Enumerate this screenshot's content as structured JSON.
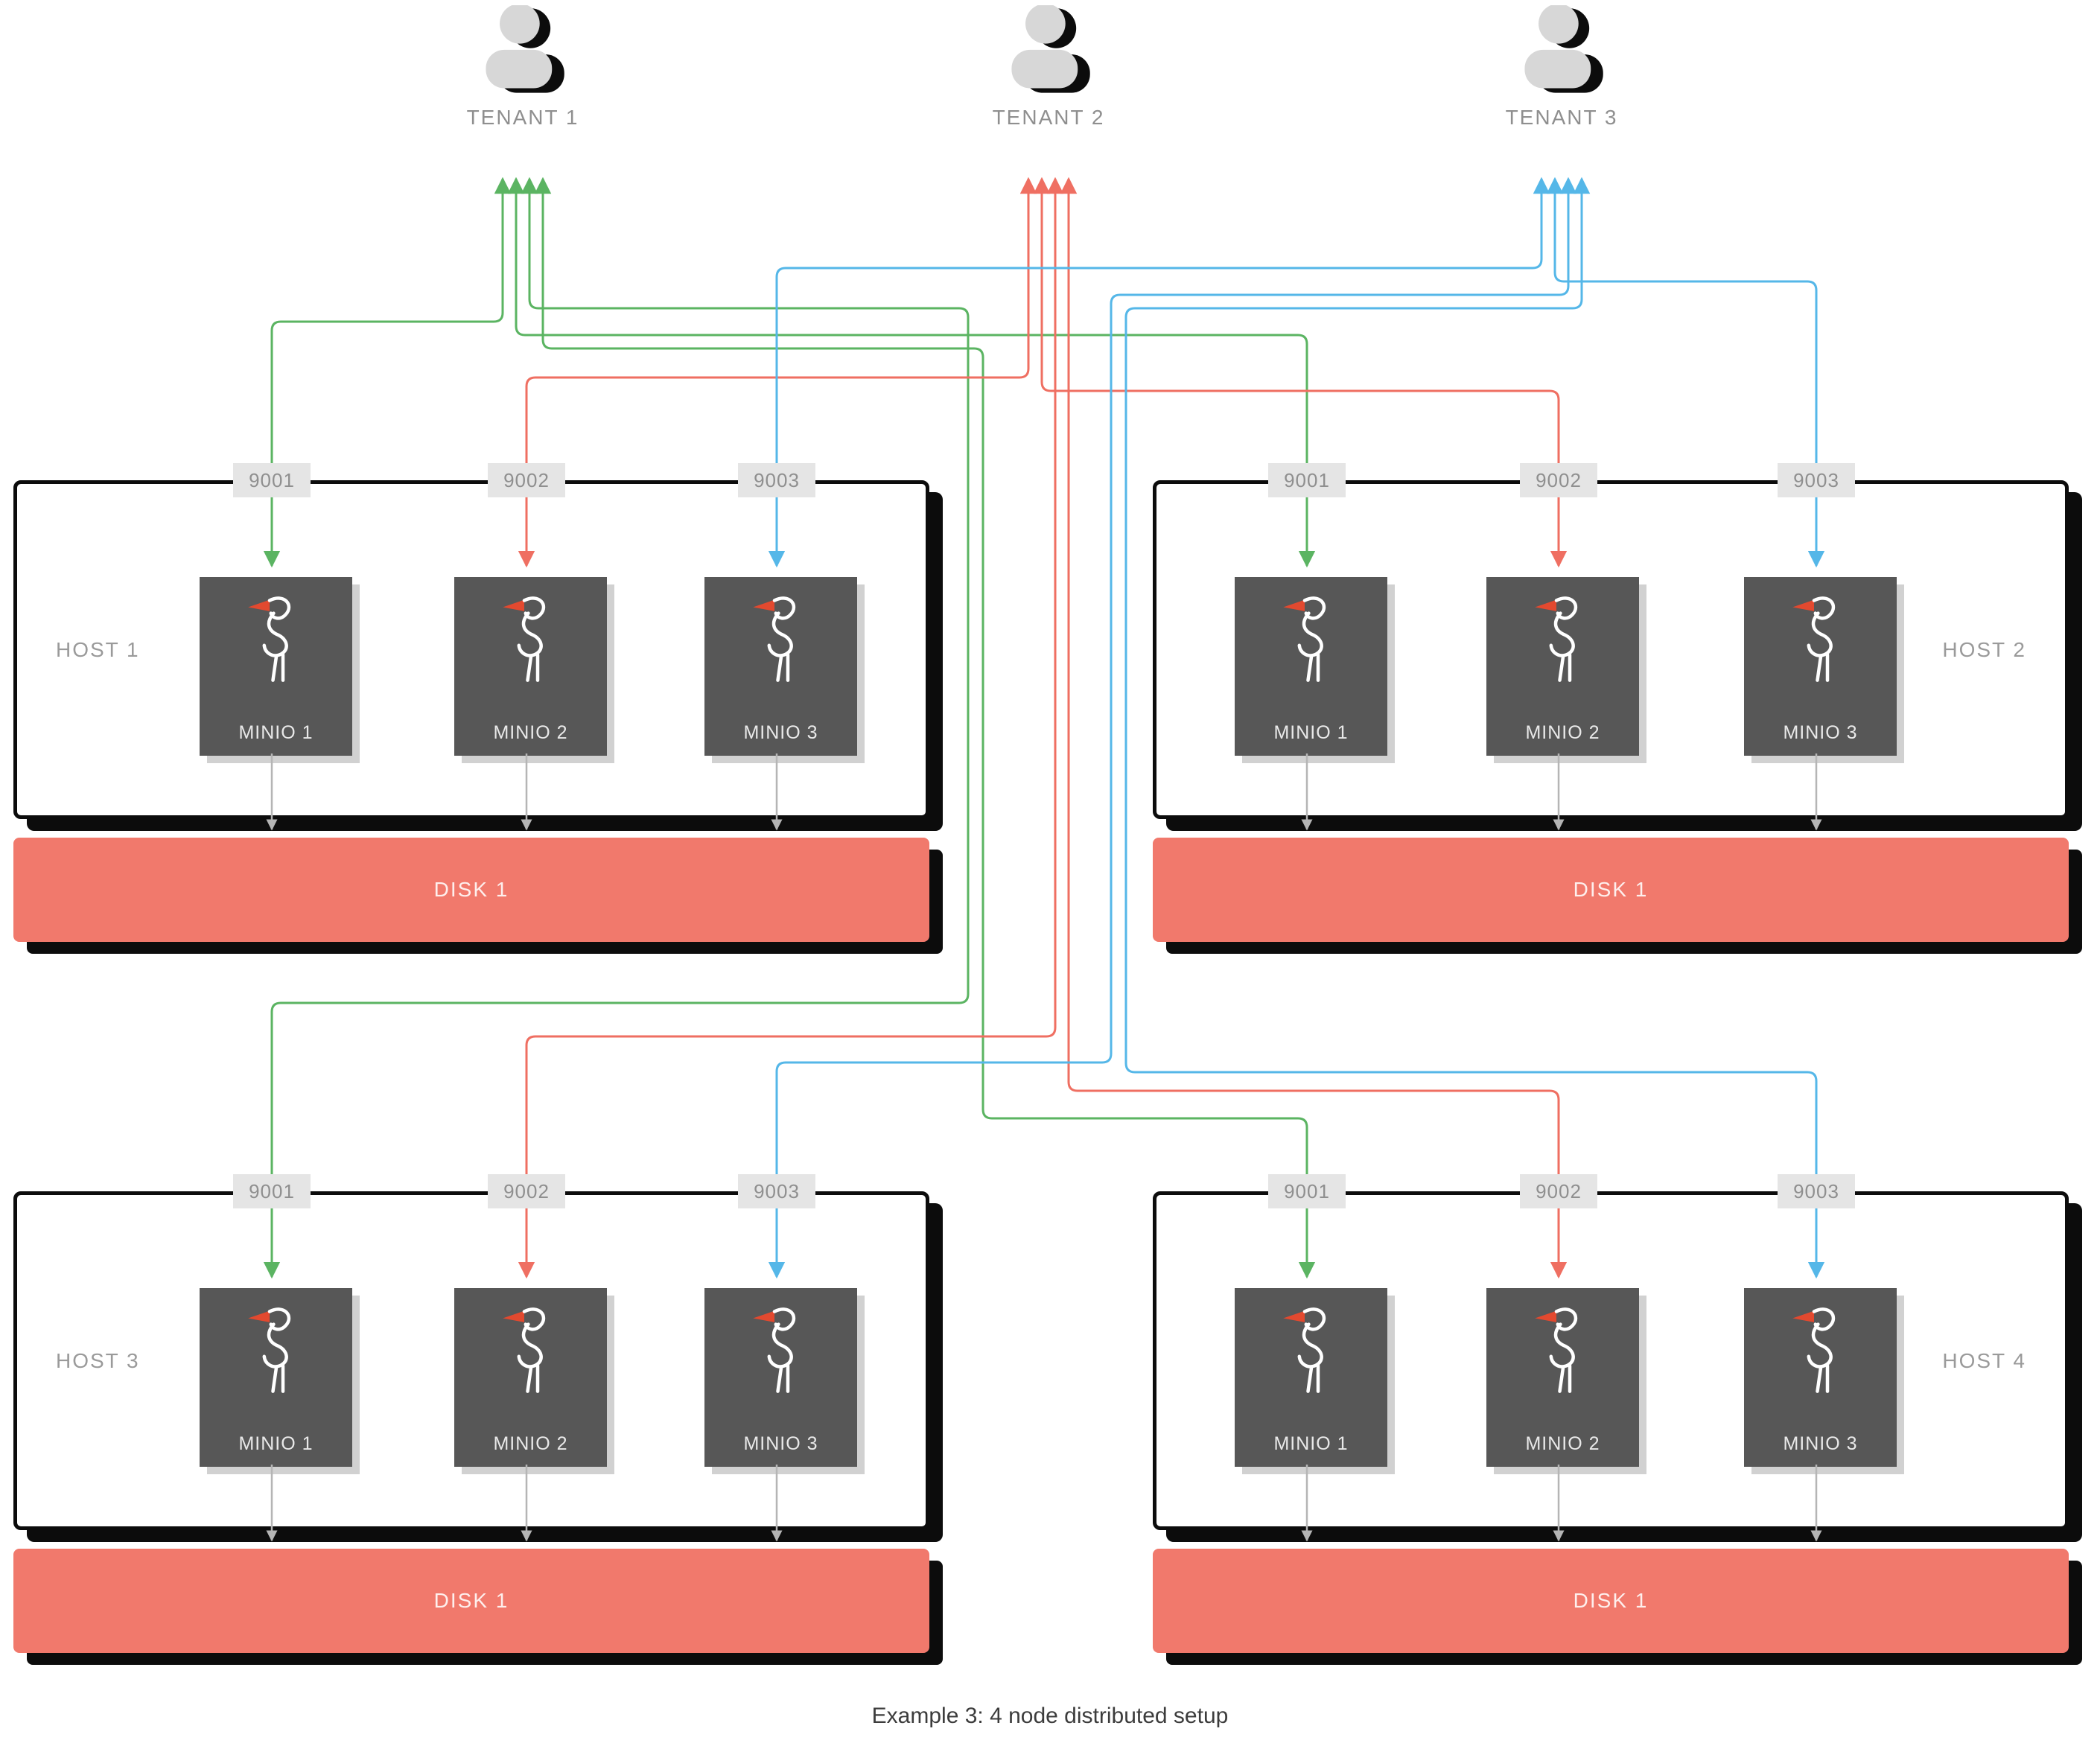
{
  "caption": "Example 3: 4 node distributed setup",
  "colors": {
    "tenant1_line": "#5bb462",
    "tenant2_line": "#ef6f62",
    "tenant3_line": "#55b7e8",
    "disk_fill": "#f1796c",
    "minio_box": "#575757",
    "outline_black": "#0c0c0c",
    "label_gray": "#8f8f8f"
  },
  "tenants": [
    {
      "label": "TENANT 1",
      "color": "#5bb462",
      "port": "9001"
    },
    {
      "label": "TENANT 2",
      "color": "#ef6f62",
      "port": "9002"
    },
    {
      "label": "TENANT 3",
      "color": "#55b7e8",
      "port": "9003"
    }
  ],
  "hosts": [
    {
      "label": "HOST 1",
      "ports": [
        "9001",
        "9002",
        "9003"
      ],
      "minios": [
        "MINIO 1",
        "MINIO 2",
        "MINIO 3"
      ],
      "disk": "DISK 1"
    },
    {
      "label": "HOST 2",
      "ports": [
        "9001",
        "9002",
        "9003"
      ],
      "minios": [
        "MINIO 1",
        "MINIO 2",
        "MINIO 3"
      ],
      "disk": "DISK 1"
    },
    {
      "label": "HOST 3",
      "ports": [
        "9001",
        "9002",
        "9003"
      ],
      "minios": [
        "MINIO 1",
        "MINIO 2",
        "MINIO 3"
      ],
      "disk": "DISK 1"
    },
    {
      "label": "HOST 4",
      "ports": [
        "9001",
        "9002",
        "9003"
      ],
      "minios": [
        "MINIO 1",
        "MINIO 2",
        "MINIO 3"
      ],
      "disk": "DISK 1"
    }
  ],
  "connections": [
    {
      "tenant": "TENANT 1",
      "targets": [
        "HOST 1:9001",
        "HOST 2:9001",
        "HOST 3:9001",
        "HOST 4:9001"
      ],
      "color": "#5bb462"
    },
    {
      "tenant": "TENANT 2",
      "targets": [
        "HOST 1:9002",
        "HOST 2:9002",
        "HOST 3:9002",
        "HOST 4:9002"
      ],
      "color": "#ef6f62"
    },
    {
      "tenant": "TENANT 3",
      "targets": [
        "HOST 1:9003",
        "HOST 2:9003",
        "HOST 3:9003",
        "HOST 4:9003"
      ],
      "color": "#55b7e8"
    }
  ]
}
